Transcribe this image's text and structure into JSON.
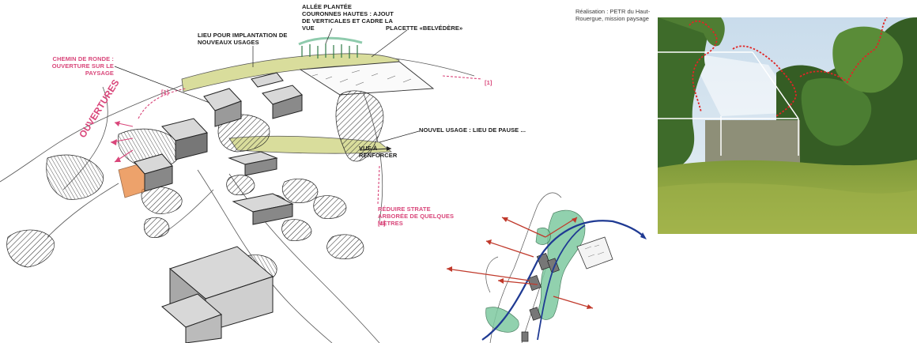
{
  "credit": "Réalisation : PETR du Haut-Rouergue, mission paysage",
  "labels": {
    "allee": "ALLÉE PLANTÉE",
    "couronnes": "COURONNES HAUTES : AJOUT DE VERTICALES ET CADRE LA VUE",
    "placette": "PLACETTE «BELVÉDÈRE»",
    "lieu_usages": "LIEU POUR IMPLANTATION DE NOUVEAUX USAGES",
    "chemin": "CHEMIN DE RONDE : OUVERTURE SUR LE PAYSAGE",
    "ref1_a": "[1]",
    "ref1_b": "[1]",
    "ouvertures": "OUVERTURES",
    "nouvel_usage": "NOUVEL USAGE : LIEU DE PAUSE ...",
    "vue": "VUE À RENFORCER",
    "reduire": "RÉDUIRE STRATE ARBORÉE DE QUELQUES MÈTRES",
    "ref1_c": "[1]"
  },
  "colors": {
    "annotation": "#d9467a",
    "arrow_red": "#c0392b",
    "arrow_blue": "#1f3a93",
    "vegetation": "#5fb58a",
    "sketch_green": "#c9d68a",
    "orange": "#e8833a"
  }
}
